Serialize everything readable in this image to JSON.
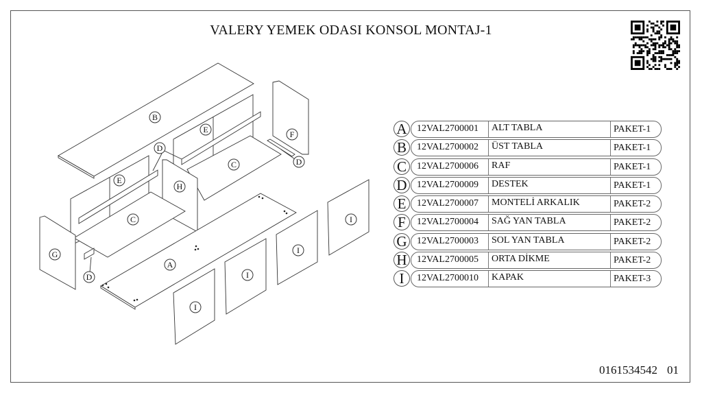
{
  "title": "VALERY YEMEK ODASI KONSOL MONTAJ-1",
  "qr_icon": "qr-code",
  "diagram_labels": {
    "A": "A",
    "B": "B",
    "C": "C",
    "D": "D",
    "E": "E",
    "F": "F",
    "G": "G",
    "H": "H",
    "I": "I"
  },
  "parts": [
    {
      "letter": "A",
      "code": "12VAL2700001",
      "name": "ALT TABLA",
      "package": "PAKET-1"
    },
    {
      "letter": "B",
      "code": "12VAL2700002",
      "name": "ÜST TABLA",
      "package": "PAKET-1"
    },
    {
      "letter": "C",
      "code": "12VAL2700006",
      "name": "RAF",
      "package": "PAKET-1"
    },
    {
      "letter": "D",
      "code": "12VAL2700009",
      "name": "DESTEK",
      "package": "PAKET-1"
    },
    {
      "letter": "E",
      "code": "12VAL2700007",
      "name": "MONTELİ ARKALIK",
      "package": "PAKET-2"
    },
    {
      "letter": "F",
      "code": "12VAL2700004",
      "name": "SAĞ YAN TABLA",
      "package": "PAKET-2"
    },
    {
      "letter": "G",
      "code": "12VAL2700003",
      "name": "SOL YAN TABLA",
      "package": "PAKET-2"
    },
    {
      "letter": "H",
      "code": "12VAL2700005",
      "name": "ORTA DİKME",
      "package": "PAKET-2"
    },
    {
      "letter": "I",
      "code": "12VAL2700010",
      "name": "KAPAK",
      "package": "PAKET-3"
    }
  ],
  "footer": {
    "doc_number": "0161534542",
    "page": "01"
  }
}
